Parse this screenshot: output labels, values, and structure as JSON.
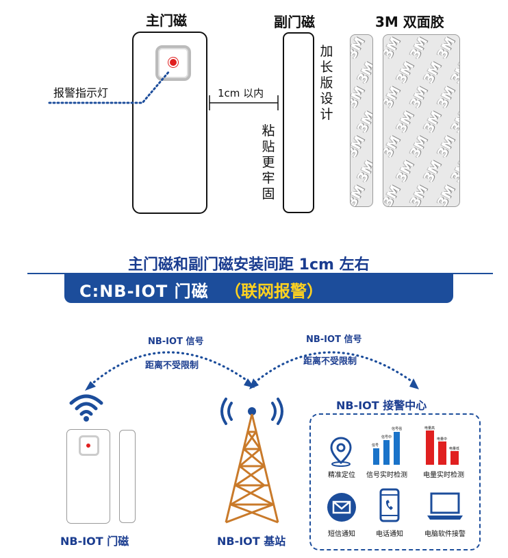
{
  "top": {
    "main_label": "主门磁",
    "sub_label": "副门磁",
    "tape_label": "3M 双面胶",
    "indicator_label": "报警指示灯",
    "distance_label": "1cm 以内",
    "sub_side_text": [
      "加",
      "长",
      "版",
      "设",
      "计"
    ],
    "paste_text": [
      "粘",
      "贴",
      "更",
      "牢",
      "固"
    ],
    "tape_print": "3M"
  },
  "caption": "主门磁和副门磁安装间距 1cm 左右",
  "banner": {
    "prefix": "C:NB-IOT 门磁",
    "highlight": "（联网报警）"
  },
  "network": {
    "left_signal": "NB-IOT 信号",
    "left_distance": "距离不受限制",
    "right_signal": "NB-IOT 信号",
    "right_distance": "距离不受限制",
    "door_label": "NB-IOT 门磁",
    "station_label": "NB-IOT 基站",
    "center_title": "NB-IOT 接警中心",
    "features": [
      {
        "label": "精准定位",
        "icon": "location-pin-icon"
      },
      {
        "label": "信号实时检测",
        "icon": "signal-bar-chart-icon"
      },
      {
        "label": "电量实时检测",
        "icon": "battery-bar-chart-icon"
      },
      {
        "label": "短信通知",
        "icon": "message-icon"
      },
      {
        "label": "电话通知",
        "icon": "phone-icon"
      },
      {
        "label": "电脑软件接警",
        "icon": "laptop-icon"
      }
    ],
    "mini_chart_labels": {
      "signal": [
        "信号",
        "信号中",
        "信号强"
      ],
      "battery": [
        "电量高",
        "电量中",
        "电量低"
      ]
    }
  },
  "colors": {
    "brand_blue": "#1c4d9b",
    "highlight_yellow": "#ffd21f",
    "tower_orange": "#c97a2a",
    "alert_red": "#e02020",
    "chart_blue": "#1a73c9"
  }
}
